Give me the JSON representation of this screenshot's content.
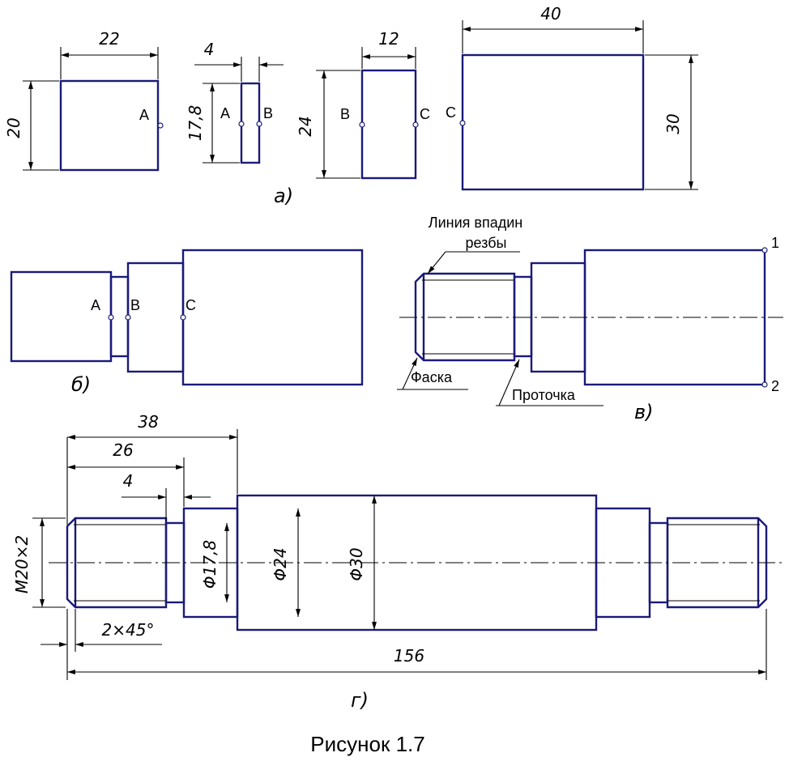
{
  "a": {
    "dim_22": "22",
    "dim_20": "20",
    "dim_4": "4",
    "dim_17_8": "17,8",
    "dim_12": "12",
    "dim_24": "24",
    "dim_40": "40",
    "dim_30": "30",
    "pt_A1": "A",
    "pt_A2": "A",
    "pt_B1": "B",
    "pt_B2": "B",
    "pt_C1": "C",
    "pt_C2": "C",
    "label": "а)"
  },
  "b": {
    "pt_A": "A",
    "pt_B": "B",
    "pt_C": "C",
    "label": "б)"
  },
  "v": {
    "note_line1": "Линия впадин",
    "note_line2": "резбы",
    "chamfer": "Фаска",
    "groove": "Проточка",
    "pt_1": "1",
    "pt_2": "2",
    "label": "в)"
  },
  "g": {
    "dim_38": "38",
    "dim_26": "26",
    "dim_4": "4",
    "thread": "M20×2",
    "dia_17_8": "Φ17,8",
    "dia_24": "Φ24",
    "dia_30": "Φ30",
    "chamfer": "2×45°",
    "dim_156": "156",
    "label": "г)"
  },
  "caption": "Рисунок 1.7"
}
